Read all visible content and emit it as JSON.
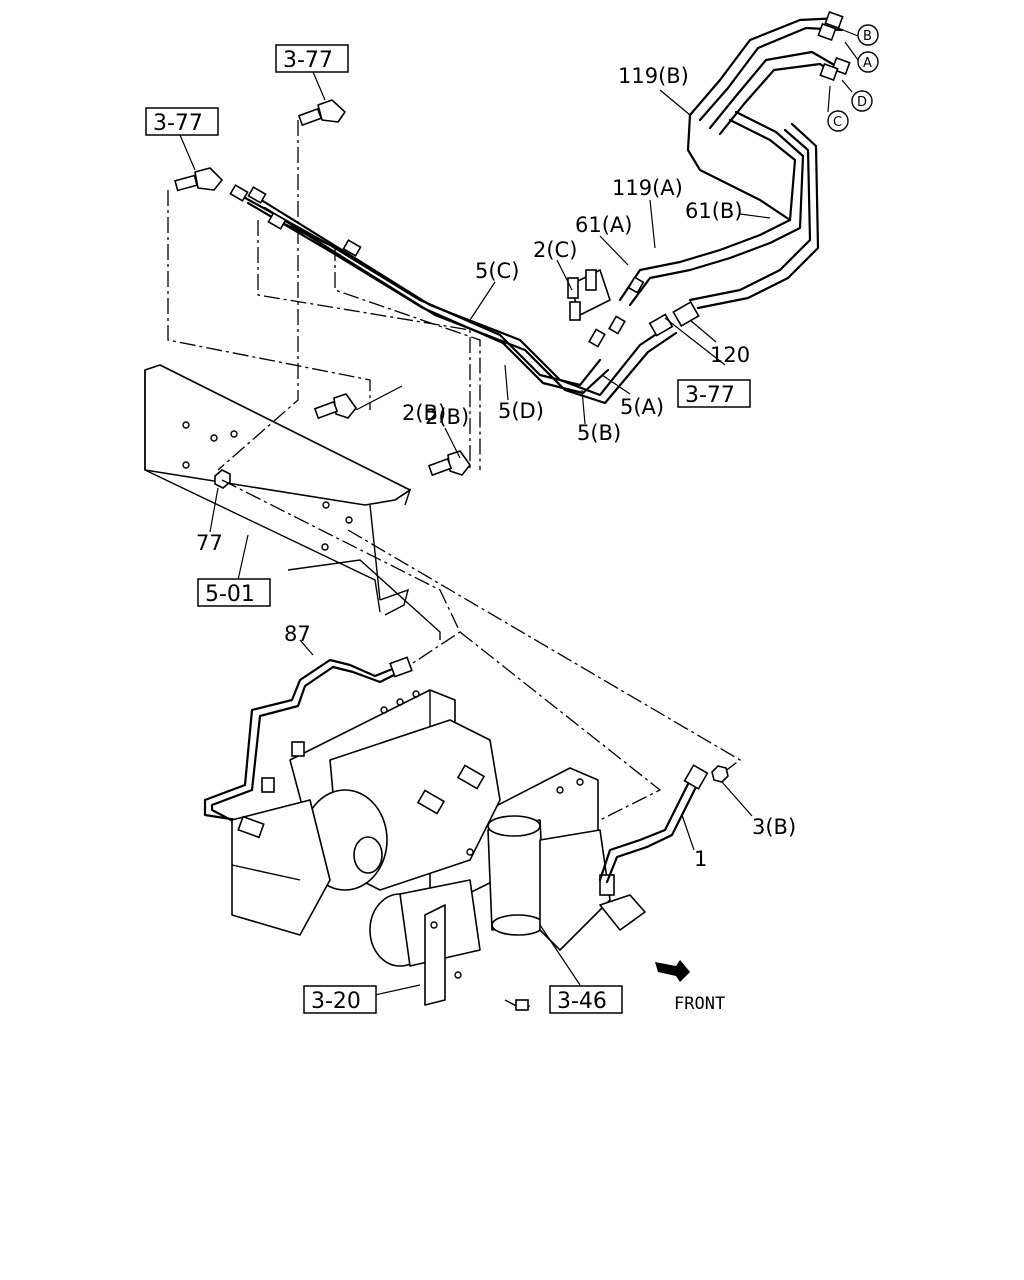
{
  "labels": {
    "p119b": "119(B)",
    "p119a": "119(A)",
    "p61a": "61(A)",
    "p61b": "61(B)",
    "p2c": "2(C)",
    "p5c": "5(C)",
    "p120": "120",
    "p5a": "5(A)",
    "p5b": "5(B)",
    "p5d": "5(D)",
    "p2b_1": "2(B)",
    "p2b_2": "2(B)",
    "p77": "77",
    "p87": "87",
    "p1": "1",
    "p3b": "3(B)"
  },
  "circled": {
    "a": "A",
    "b": "B",
    "c": "C",
    "d": "D"
  },
  "refs": {
    "r377_top": "3-77",
    "r377_left": "3-77",
    "r377_right": "3-77",
    "r501": "5-01",
    "r320": "3-20",
    "r346": "3-46"
  },
  "front_label": "FRONT"
}
